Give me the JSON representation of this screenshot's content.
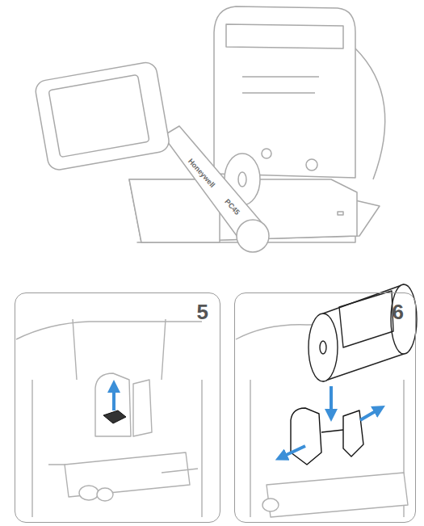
{
  "diagram": {
    "nodes": [
      {
        "text": [
          "5"
        ]
      },
      {
        "text": [
          "6"
        ]
      }
    ],
    "labels": [
      "Honeywell",
      "PC45"
    ]
  }
}
